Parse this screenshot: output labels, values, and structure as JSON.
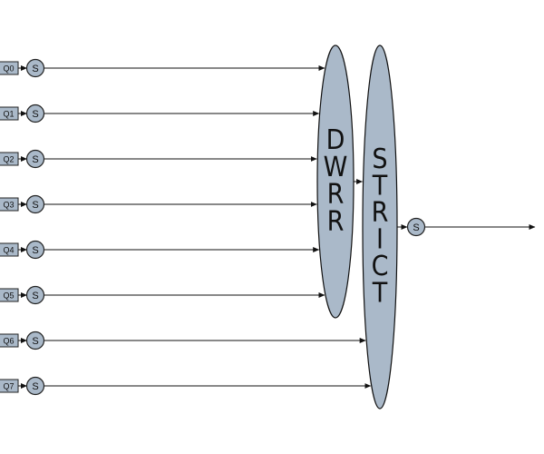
{
  "queues": [
    {
      "label": "Q0",
      "target": "dwrr"
    },
    {
      "label": "Q1",
      "target": "dwrr"
    },
    {
      "label": "Q2",
      "target": "dwrr"
    },
    {
      "label": "Q3",
      "target": "dwrr"
    },
    {
      "label": "Q4",
      "target": "dwrr"
    },
    {
      "label": "Q5",
      "target": "dwrr"
    },
    {
      "label": "Q6",
      "target": "strict"
    },
    {
      "label": "Q7",
      "target": "strict"
    }
  ],
  "shaper_label": "S",
  "dwrr": {
    "label": "DWRR",
    "letters": [
      "D",
      "W",
      "R",
      "R"
    ]
  },
  "strict": {
    "label": "STRICT",
    "letters": [
      "S",
      "T",
      "R",
      "I",
      "C",
      "T"
    ]
  },
  "output_shaper_label": "S",
  "colors": {
    "fill": "#aab9c9",
    "stroke": "#222222"
  }
}
